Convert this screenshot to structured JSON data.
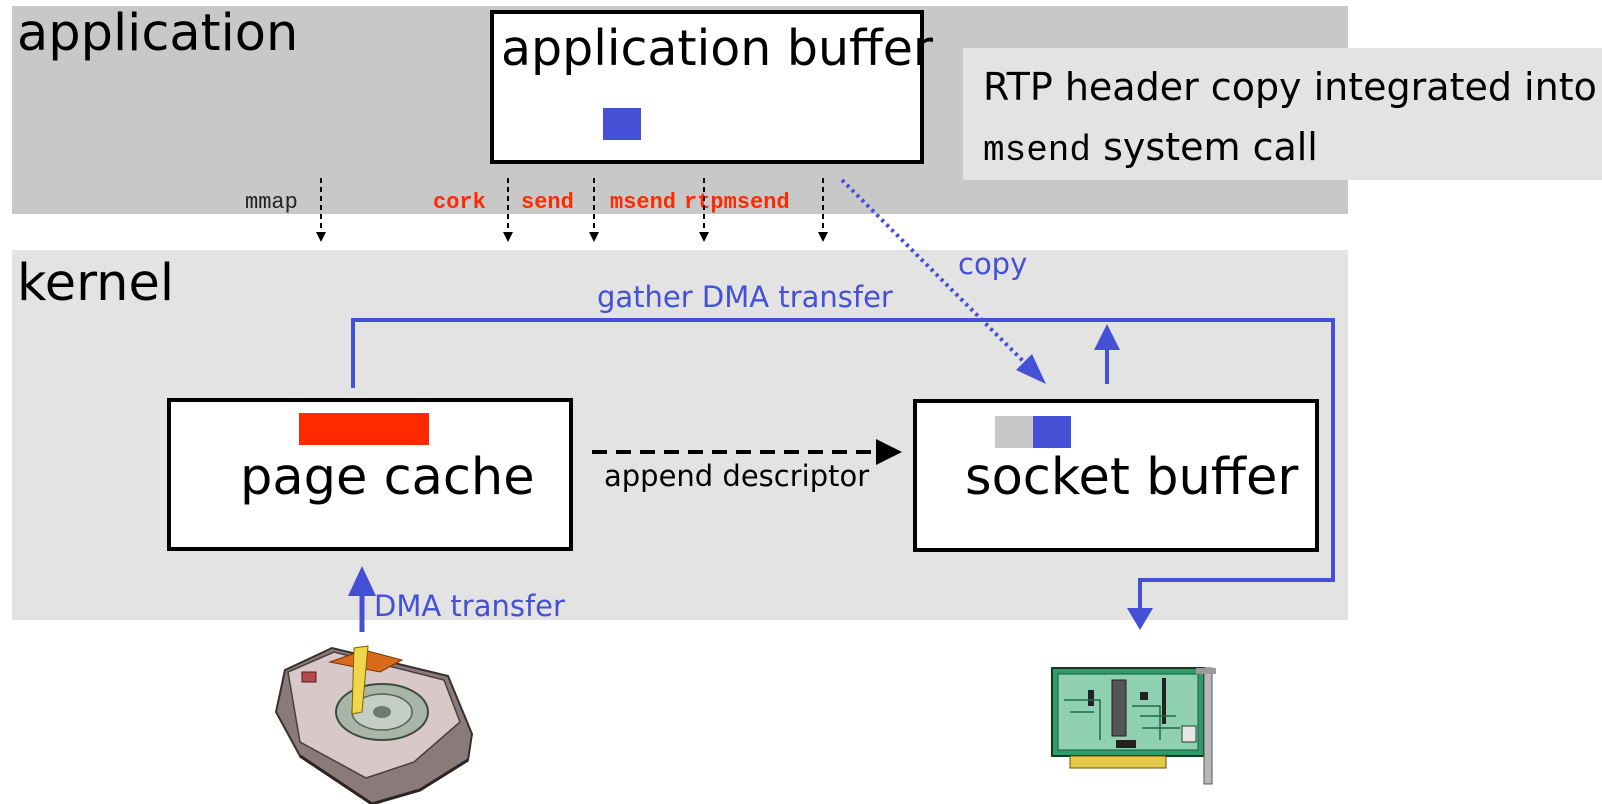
{
  "layers": {
    "application": "application",
    "kernel": "kernel"
  },
  "boxes": {
    "application_buffer": "application buffer",
    "page_cache": "page cache",
    "socket_buffer": "socket buffer"
  },
  "note": {
    "line1": "RTP header copy integrated into",
    "line2_code": "msend",
    "line2_text": " system call"
  },
  "calls": {
    "mmap": "mmap",
    "cork": "cork",
    "send": "send",
    "msend": "msend",
    "rtpmsend": "rtpmsend"
  },
  "labels": {
    "copy": "copy",
    "gather": "gather DMA transfer",
    "append": "append descriptor",
    "dma": "DMA transfer"
  },
  "icons": {
    "disk": "hard-disk-icon",
    "nic": "network-card-icon"
  },
  "colors": {
    "app_layer": "#c8c8c8",
    "kernel_layer": "#e3e3e3",
    "note_bg": "#e3e3e3",
    "blue": "#4450d6",
    "red": "#ff2a00",
    "grey_block": "#c8c8c8",
    "black": "#000000"
  }
}
